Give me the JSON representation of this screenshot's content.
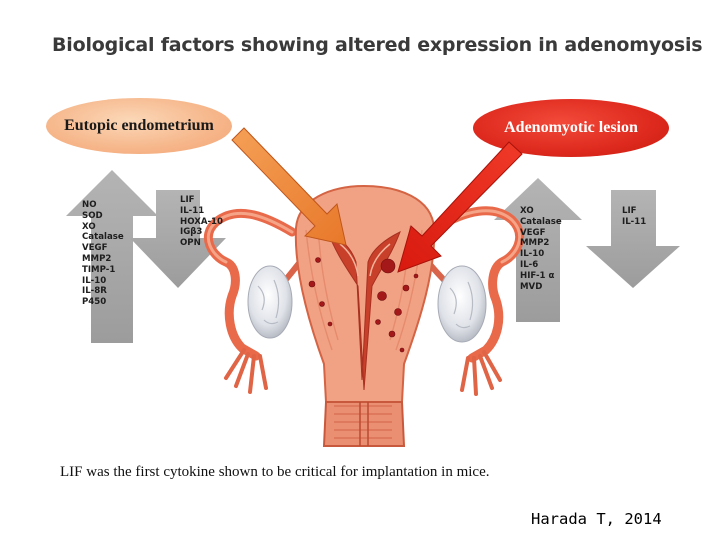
{
  "title": "Biological factors showing altered expression in adenomyosis",
  "labels": {
    "eutopic": "Eutopic endometrium",
    "lesion": "Adenomyotic lesion"
  },
  "factors": {
    "eutopic_up": [
      "NO",
      "SOD",
      "XO",
      "Catalase",
      "VEGF",
      "MMP2",
      "TIMP-1",
      "IL-10",
      "IL-8R",
      "P450"
    ],
    "eutopic_down": [
      "LIF",
      "IL-11",
      "HOXA-10",
      "IGβ3",
      "OPN"
    ],
    "lesion_up": [
      "XO",
      "Catalase",
      "VEGF",
      "MMP2",
      "IL-10",
      "IL-6",
      "HIF-1 α",
      "MVD"
    ],
    "lesion_down": [
      "LIF",
      "IL-11"
    ]
  },
  "footnote": "LIF was the first cytokine shown to be critical for implantation in mice.",
  "citation": "Harada T, 2014",
  "colors": {
    "eutopic_oval": "#f6b68a",
    "lesion_oval": "#de2a1e",
    "eutopic_pointer": "#f08a3c",
    "lesion_pointer": "#e8291c",
    "factor_arrows": "#a8a8a8"
  },
  "icons": [
    "arrow-up-icon",
    "arrow-down-icon",
    "uterus-illustration"
  ]
}
